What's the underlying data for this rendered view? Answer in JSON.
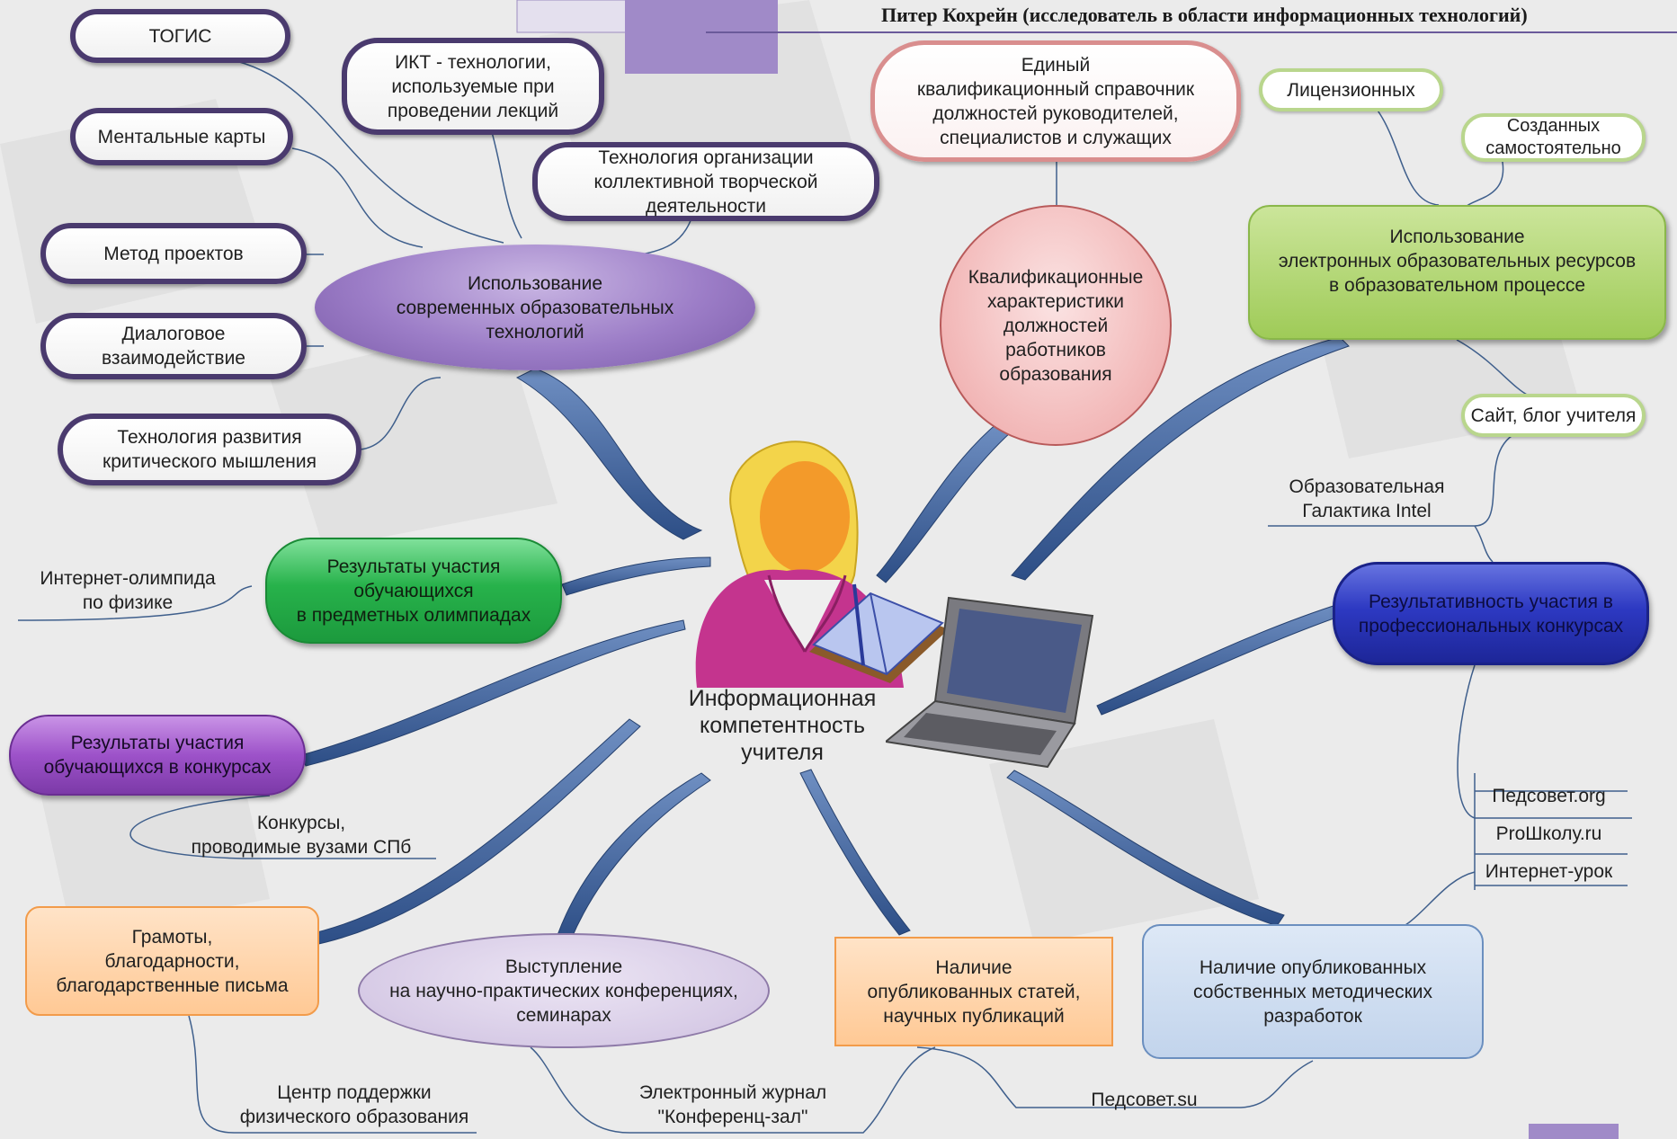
{
  "author": "Питер Кохрейн (исследователь в области информационных технологий)",
  "center": {
    "label": "Информационная\nкомпетентность\nучителя"
  },
  "tech": {
    "main": "Использование\nсовременных образовательных\nтехнологий",
    "togis": "ТОГИС",
    "ikt": "ИКТ - технологии,\nиспользуемые при\nпроведении лекций",
    "mental": "Ментальные карты",
    "ktd": "Технология организации\nколлективной творческой\nдеятельности",
    "projects": "Метод проектов",
    "dialog": "Диалоговое\nвзаимодействие",
    "critical": "Технология развития\nкритического мышления"
  },
  "qual": {
    "handbook": "Единый\nквалификационный справочник\nдолжностей руководителей,\nспециалистов и служащих",
    "main": "Квалификационные\nхарактеристики\nдолжностей\nработников\nобразования"
  },
  "eor": {
    "licensed": "Лицензионных",
    "own": "Созданных\nсамостоятельно",
    "main": "Использование\nэлектронных образовательных ресурсов\nв образовательном процессе",
    "site": "Сайт, блог учителя",
    "intel": "Образовательная\nГалактика Intel"
  },
  "olymp": {
    "main": "Результаты участия\nобучающихся\nв предметных олимпиадах",
    "physics": "Интернет-олимпида\nпо физике"
  },
  "contest": {
    "main": "Результаты участия\nобучающихся в конкурсах",
    "spb": "Конкурсы,\nпроводимые вузами СПб"
  },
  "prof": {
    "main": "Результативность участия в\nпрофессиональных конкурсах"
  },
  "awards": {
    "main": "Грамоты,\nблагодарности,\nблагодарственные письма",
    "center": "Центр поддержки\nфизического образования"
  },
  "talks": {
    "main": "Выступление\nна научно-практических конференциях,\nсеминарах",
    "journal": "Электронный журнал\n\"Конференц-зал\""
  },
  "articles": {
    "main": "Наличие\nопубликованных статей,\nнаучных публикаций"
  },
  "methods": {
    "main": "Наличие опубликованных\nсобственных методических разработок",
    "pedsovet_su": "Педсовет.su",
    "pedsovet_org": "Педсовет.org",
    "proshkolu": "ProШколу.ru",
    "urok": "Интернет-урок"
  }
}
